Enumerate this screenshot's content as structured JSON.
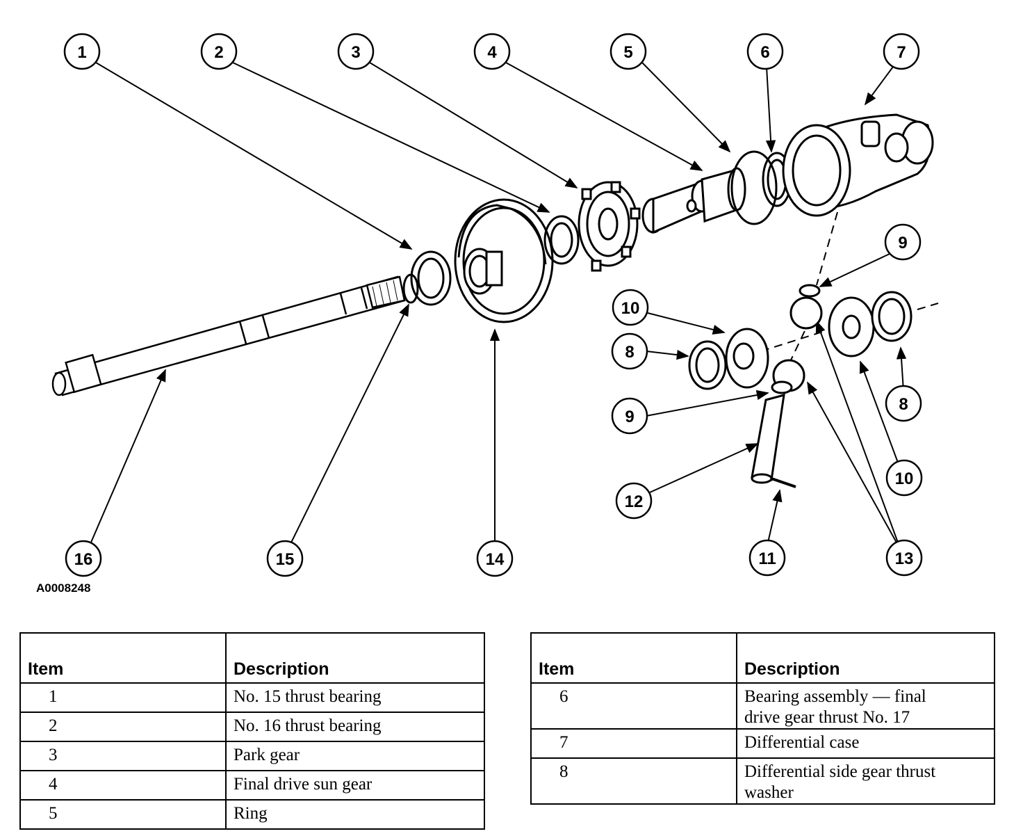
{
  "figure_id": "A0008248",
  "callouts": [
    "1",
    "2",
    "3",
    "4",
    "5",
    "6",
    "7",
    "9",
    "10",
    "8",
    "9",
    "12",
    "11",
    "13",
    "16",
    "15",
    "14",
    "8",
    "10"
  ],
  "table_left": {
    "headers": [
      "Item",
      "Description"
    ],
    "rows": [
      {
        "item": "1",
        "description": "No. 15 thrust bearing"
      },
      {
        "item": "2",
        "description": "No. 16 thrust bearing"
      },
      {
        "item": "3",
        "description": "Park gear"
      },
      {
        "item": "4",
        "description": "Final drive sun gear"
      },
      {
        "item": "5",
        "description": "Ring"
      }
    ]
  },
  "table_right": {
    "headers": [
      "Item",
      "Description"
    ],
    "rows": [
      {
        "item": "6",
        "description": "Bearing assembly — final drive gear thrust No. 17"
      },
      {
        "item": "7",
        "description": "Differential case"
      },
      {
        "item": "8",
        "description": "Differential side gear thrust washer"
      }
    ]
  }
}
